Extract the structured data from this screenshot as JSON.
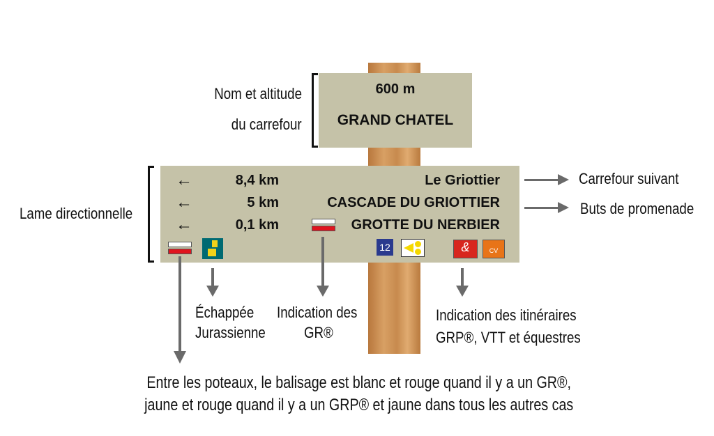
{
  "top_sign": {
    "altitude": "600 m",
    "name": "GRAND CHATEL"
  },
  "labels": {
    "name_line1": "Nom et altitude",
    "name_line2": "du carrefour",
    "blade": "Lame directionnelle",
    "next": "Carrefour suivant",
    "goals": "Buts de promenade",
    "echappee_1": "Échappée",
    "echappee_2": "Jurassienne",
    "gr_1": "Indication des",
    "gr_2": "GR®",
    "itin_1": "Indication des itinéraires",
    "itin_2": "GRP®, VTT et équestres"
  },
  "rows": [
    {
      "distance": "8,4 km",
      "destination": "Le Griottier"
    },
    {
      "distance": "5 km",
      "destination": "CASCADE DU GRIOTTIER"
    },
    {
      "distance": "0,1 km",
      "destination": "GROTTE DU NERBIER"
    }
  ],
  "icons": {
    "vtt_number": "12"
  },
  "footer": {
    "line1": "Entre les poteaux, le balisage est blanc et rouge quand il y a un GR®,",
    "line2": "jaune et rouge quand il y a un GRP® et jaune dans tous les autres cas"
  },
  "colors": {
    "sign": "#c5c2a8",
    "arrow": "#6a6a6a",
    "gr_red": "#e0141e"
  }
}
